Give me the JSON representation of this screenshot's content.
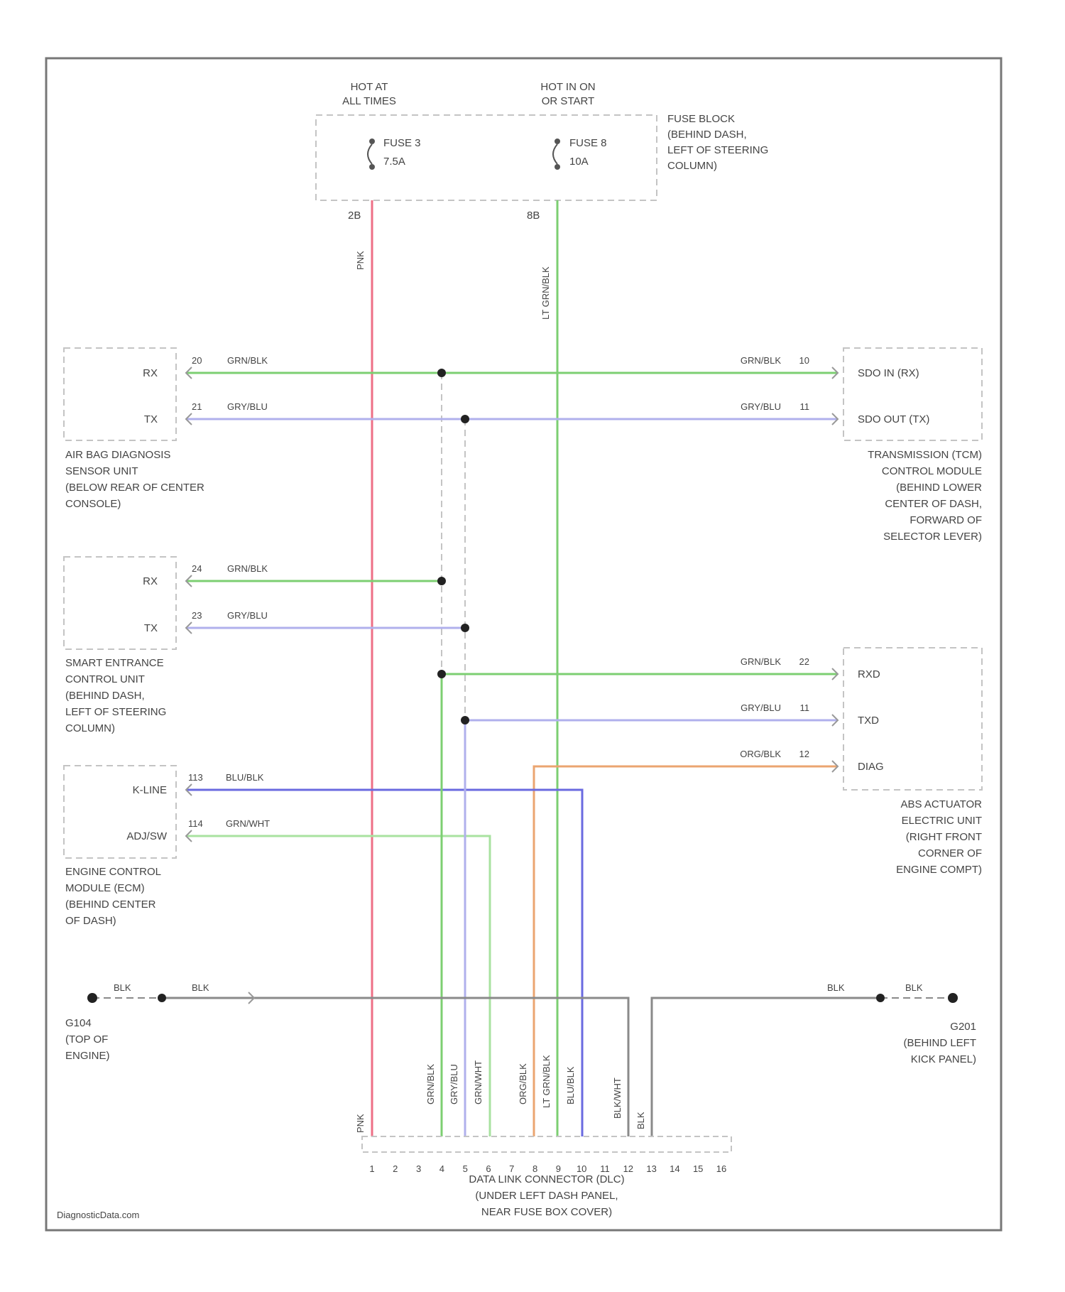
{
  "header": {
    "hot_at_all_times": [
      "HOT AT",
      "ALL TIMES"
    ],
    "hot_in_on_or_start": [
      "HOT IN ON",
      "OR START"
    ]
  },
  "fuses": {
    "fuse_a": {
      "name": "FUSE 3",
      "rating": "7.5A"
    },
    "fuse_b": {
      "name": "FUSE 8",
      "rating": "10A"
    },
    "block_label": [
      "FUSE BLOCK",
      "(BEHIND DASH,",
      "LEFT OF STEERING",
      "COLUMN)"
    ],
    "pin_a": "2B",
    "pin_b": "8B"
  },
  "wires": {
    "power_a": "PNK",
    "power_b": "LT GRN/BLK",
    "rx": "GRN/BLK",
    "tx": "GRY/BLU",
    "kline": "BLU/BLK",
    "adj": "GRN/WHT",
    "diag": "ORG/BLK",
    "ground": "BLK",
    "pin12": "BLK/WHT"
  },
  "modules": {
    "airbag": {
      "rx_label": "RX",
      "tx_label": "TX",
      "rx_pin": "20",
      "tx_pin": "21",
      "title": [
        "AIR BAG DIAGNOSIS",
        "SENSOR UNIT",
        "(BELOW REAR OF CENTER",
        "CONSOLE)"
      ]
    },
    "smart_entrance": {
      "rx_label": "RX",
      "tx_label": "TX",
      "rx_pin": "24",
      "tx_pin": "23",
      "title": [
        "SMART ENTRANCE",
        "CONTROL UNIT",
        "(BEHIND DASH,",
        "LEFT OF STEERING",
        "COLUMN)"
      ]
    },
    "ecm": {
      "kline_label": "K-LINE",
      "adj_label": "ADJ/SW",
      "kline_pin": "113",
      "adj_pin": "114",
      "title": [
        "ENGINE CONTROL",
        "MODULE (ECM)",
        "(BEHIND CENTER",
        "OF DASH)"
      ]
    },
    "tcm": {
      "rx_label": "SDO IN (RX)",
      "tx_label": "SDO OUT (TX)",
      "rx_pin": "10",
      "tx_pin": "11",
      "title": [
        "TRANSMISSION (TCM)",
        "CONTROL MODULE",
        "(BEHIND LOWER",
        "CENTER OF DASH,",
        "FORWARD OF",
        "SELECTOR LEVER)"
      ]
    },
    "abs": {
      "rxd_label": "RXD",
      "txd_label": "TXD",
      "diag_label": "DIAG",
      "rxd_pin": "22",
      "txd_pin": "11",
      "diag_pin": "12",
      "title": [
        "ABS ACTUATOR",
        "ELECTRIC UNIT",
        "(RIGHT FRONT",
        "CORNER OF",
        "ENGINE COMPT)"
      ]
    }
  },
  "grounds": {
    "left": {
      "name": "G104",
      "title": [
        "G104",
        "(TOP OF",
        "ENGINE)"
      ]
    },
    "right": {
      "name": "G201",
      "title": [
        "G201",
        "(BEHIND LEFT",
        "KICK PANEL)"
      ]
    }
  },
  "dlc": {
    "pins": [
      "1",
      "2",
      "3",
      "4",
      "5",
      "6",
      "7",
      "8",
      "9",
      "10",
      "11",
      "12",
      "13",
      "14",
      "15",
      "16"
    ],
    "title": [
      "DATA LINK CONNECTOR (DLC)",
      "(UNDER LEFT DASH PANEL,",
      "NEAR FUSE BOX COVER)"
    ]
  },
  "colors": {
    "pink": "#ee6f86",
    "green": "#7ccf72",
    "lavender": "#b0b0ec",
    "blue": "#6a6ae0",
    "orange": "#eba570",
    "light_green": "#a8e2a0",
    "ground": "#8a8a8a",
    "frame": "#777777",
    "dash": "#c4c4c4"
  },
  "footer": {
    "watermark": "DiagnosticData.com"
  }
}
